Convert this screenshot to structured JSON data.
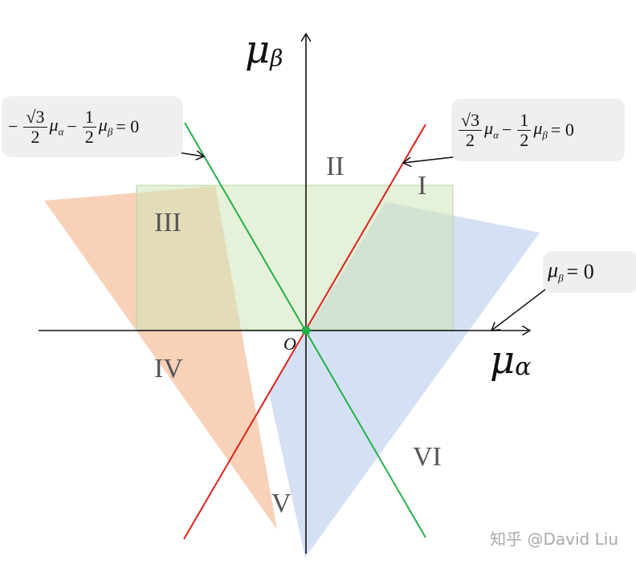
{
  "axes": {
    "x_label": "μ",
    "x_sub": "α",
    "y_label": "μ",
    "y_sub": "β",
    "origin_label": "O"
  },
  "sectors": [
    "I",
    "II",
    "III",
    "IV",
    "V",
    "VI"
  ],
  "equations": {
    "left": {
      "sign": "−",
      "num1": "√3",
      "den1": "2",
      "var1": "μ",
      "sub1": "α",
      "op": "−",
      "num2": "1",
      "den2": "2",
      "var2": "μ",
      "sub2": "β",
      "rhs": "= 0"
    },
    "right": {
      "num1": "√3",
      "den1": "2",
      "var1": "μ",
      "sub1": "α",
      "op": "−",
      "num2": "1",
      "den2": "2",
      "var2": "μ",
      "sub2": "β",
      "rhs": "= 0"
    },
    "beta_zero": {
      "var": "μ",
      "sub": "β",
      "rhs": "= 0"
    }
  },
  "watermark": "知乎 @David Liu",
  "colors": {
    "green_line": "#22b04a",
    "red_line": "#e0201a",
    "orange_fill": "#f4b28a",
    "blue_fill": "#a9c1e8",
    "green_fill": "#cfe6b8"
  }
}
